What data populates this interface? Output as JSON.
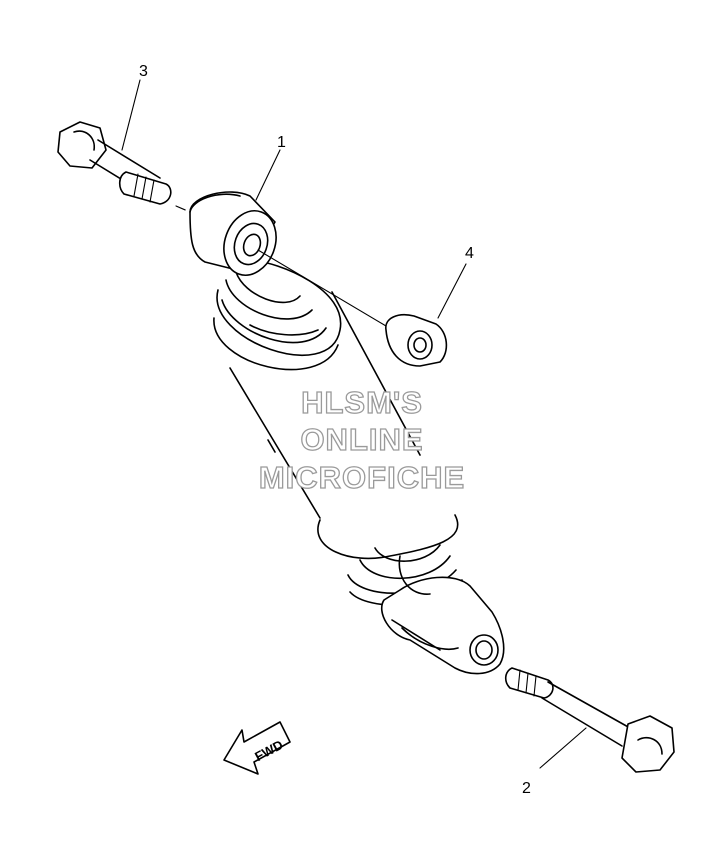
{
  "callouts": {
    "part_1": "1",
    "part_2": "2",
    "part_3": "3",
    "part_4": "4"
  },
  "direction_arrow": {
    "label": "FWD",
    "icon": "fwd-arrow-icon"
  },
  "watermark": {
    "line1": "HLSM'S",
    "line2": "ONLINE",
    "line3": "MICROFICHE",
    "color": "#9a9a9a"
  }
}
